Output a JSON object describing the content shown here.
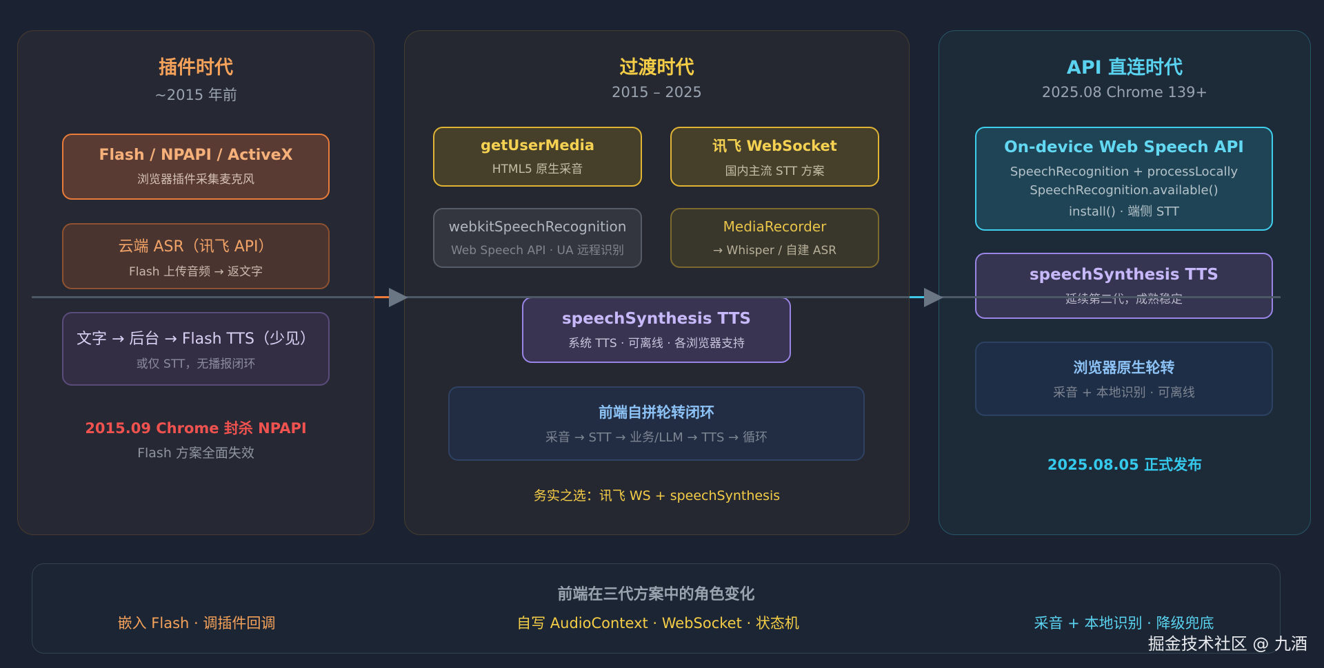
{
  "eras": {
    "left": {
      "title": "插件时代",
      "subtitle": "~2015 年前",
      "boxes": [
        {
          "title": "Flash / NPAPI / ActiveX",
          "sub": "浏览器插件采集麦克风"
        },
        {
          "title": "云端 ASR（讯飞 API）",
          "sub": "Flash 上传音频 → 返文字"
        },
        {
          "title": "文字 → 后台 → Flash TTS（少见）",
          "sub": "或仅 STT，无播报闭环"
        }
      ],
      "event": "2015.09 Chrome 封杀 NPAPI",
      "event_note": "Flash 方案全面失效"
    },
    "mid": {
      "title": "过渡时代",
      "subtitle": "2015 – 2025",
      "boxes": [
        {
          "title": "getUserMedia",
          "sub": "HTML5 原生采音"
        },
        {
          "title": "讯飞 WebSocket",
          "sub": "国内主流 STT 方案"
        },
        {
          "title": "webkitSpeechRecognition",
          "sub": "Web Speech API · UA 远程识别"
        },
        {
          "title": "MediaRecorder",
          "sub": "→ Whisper / 自建 ASR"
        },
        {
          "title": "speechSynthesis TTS",
          "sub": "系统 TTS · 可离线 · 各浏览器支持"
        },
        {
          "title": "前端自拼轮转闭环",
          "sub": "采音 → STT → 业务/LLM → TTS → 循环"
        }
      ],
      "note": "务实之选：讯飞 WS + speechSynthesis"
    },
    "right": {
      "title": "API 直连时代",
      "subtitle": "2025.08 Chrome 139+",
      "boxes": [
        {
          "title": "On-device Web Speech API",
          "lines": [
            "SpeechRecognition + processLocally",
            "SpeechRecognition.available()",
            "install() · 端侧 STT"
          ]
        },
        {
          "title": "speechSynthesis TTS",
          "sub": "延续第二代，成熟稳定"
        },
        {
          "title": "浏览器原生轮转",
          "sub": "采音 + 本地识别 · 可离线"
        }
      ],
      "event": "2025.08.05 正式发布"
    }
  },
  "bottom": {
    "title": "前端在三代方案中的角色变化",
    "roles": [
      "嵌入 Flash · 调插件回调",
      "自写 AudioContext · WebSocket · 状态机",
      "采音 + 本地识别 · 降级兜底"
    ]
  },
  "watermark": "掘金技术社区 @ 九酒",
  "colors": {
    "orange": "#f6a25a",
    "yellow": "#f5cd47",
    "purple": "#c3b5f8",
    "cyan": "#5ad3f0",
    "blue": "#8cc2f5",
    "red": "#f0524f"
  }
}
